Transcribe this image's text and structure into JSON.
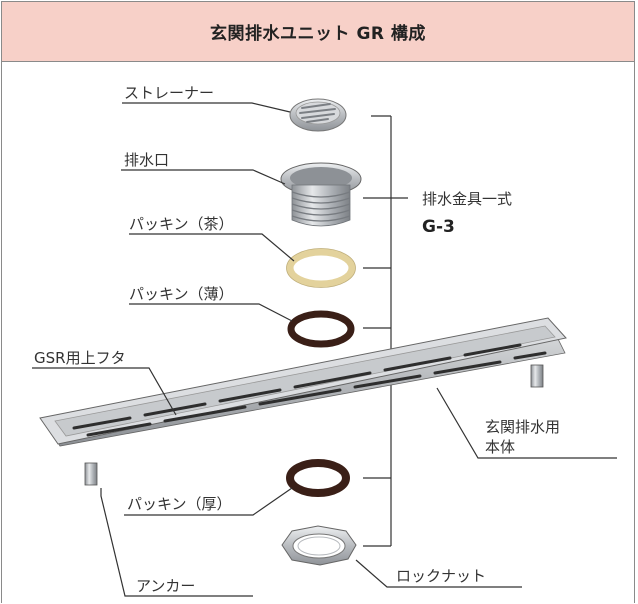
{
  "title": "玄関排水ユニット GR 構成",
  "labels": {
    "strainer": "ストレーナー",
    "drain_outlet": "排水口",
    "packing_brown": "パッキン（茶）",
    "packing_thin": "パッキン（薄）",
    "gsr_lid": "GSR用上フタ",
    "body_line1": "玄関排水用",
    "body_line2": "本体",
    "packing_thick": "パッキン（厚）",
    "anchor": "アンカー",
    "lock_nut": "ロックナット",
    "fitting_set": "排水金具一式",
    "model": "G-3"
  },
  "colors": {
    "header_bg": "#f7d0c8",
    "frame": "#8a8a8a",
    "line": "#333333",
    "stainless": "#c8c9cb",
    "packing_brown": "#e8d9ab",
    "packing_dark": "#3a1f17"
  }
}
